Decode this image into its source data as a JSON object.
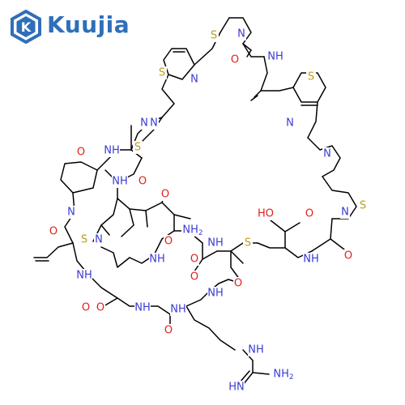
{
  "brand": {
    "name": "Kuujia",
    "icon": "k-hexagon-logo-icon",
    "color": "#2f6fba"
  },
  "colors": {
    "bond": "#000000",
    "nitrogen": "#3b3bd6",
    "oxygen": "#e0201b",
    "sulfur": "#c09b1a"
  },
  "atoms": [
    {
      "id": "s1",
      "text": "S",
      "el": "S"
    },
    {
      "id": "n1",
      "text": "N",
      "el": "N"
    },
    {
      "id": "o1",
      "text": "O",
      "el": "O"
    },
    {
      "id": "nh1",
      "text": "NH",
      "el": "N"
    },
    {
      "id": "s2",
      "text": "S",
      "el": "S"
    },
    {
      "id": "n2",
      "text": "N",
      "el": "N"
    },
    {
      "id": "s3",
      "text": "S",
      "el": "S"
    },
    {
      "id": "n3",
      "text": "N",
      "el": "N"
    },
    {
      "id": "n4",
      "text": "N",
      "el": "N"
    },
    {
      "id": "n5",
      "text": "N",
      "el": "N"
    },
    {
      "id": "o2",
      "text": "O",
      "el": "O"
    },
    {
      "id": "nh2",
      "text": "NH",
      "el": "N"
    },
    {
      "id": "nh3",
      "text": "NH",
      "el": "N"
    },
    {
      "id": "o3",
      "text": "O",
      "el": "O"
    },
    {
      "id": "o4",
      "text": "O",
      "el": "O"
    },
    {
      "id": "n6",
      "text": "N",
      "el": "N"
    },
    {
      "id": "s4",
      "text": "S",
      "el": "S"
    },
    {
      "id": "n7",
      "text": "N",
      "el": "N"
    },
    {
      "id": "s5",
      "text": "S",
      "el": "S"
    },
    {
      "id": "oh1",
      "text": "HO",
      "el": "O"
    },
    {
      "id": "o5",
      "text": "O",
      "el": "O"
    },
    {
      "id": "o6",
      "text": "O",
      "el": "O"
    },
    {
      "id": "nh2b",
      "text": "NH2",
      "el": "N",
      "sub": true
    },
    {
      "id": "n8",
      "text": "N",
      "el": "N"
    },
    {
      "id": "nh4",
      "text": "NH",
      "el": "N"
    },
    {
      "id": "s6",
      "text": "S",
      "el": "S"
    },
    {
      "id": "o7",
      "text": "O",
      "el": "O"
    },
    {
      "id": "nh5",
      "text": "NH",
      "el": "N"
    },
    {
      "id": "o8",
      "text": "O",
      "el": "O"
    },
    {
      "id": "nh6",
      "text": "NH",
      "el": "N"
    },
    {
      "id": "o9",
      "text": "O",
      "el": "O"
    },
    {
      "id": "nh7",
      "text": "NH",
      "el": "N"
    },
    {
      "id": "o10",
      "text": "O",
      "el": "O"
    },
    {
      "id": "nh8",
      "text": "NH",
      "el": "N"
    },
    {
      "id": "o11",
      "text": "O",
      "el": "O"
    },
    {
      "id": "o12",
      "text": "O",
      "el": "O"
    },
    {
      "id": "nh9",
      "text": "NH",
      "el": "N"
    },
    {
      "id": "o13",
      "text": "O",
      "el": "O"
    },
    {
      "id": "o14",
      "text": "O",
      "el": "O"
    },
    {
      "id": "nh10",
      "text": "NH",
      "el": "N"
    },
    {
      "id": "nh11",
      "text": "NH",
      "el": "N"
    },
    {
      "id": "nh12",
      "text": "NH2",
      "el": "N",
      "sub": true
    },
    {
      "id": "nh13",
      "text": "HN",
      "el": "N"
    },
    {
      "id": "s7",
      "text": "S",
      "el": "S"
    },
    {
      "id": "n9",
      "text": "N",
      "el": "N"
    }
  ]
}
